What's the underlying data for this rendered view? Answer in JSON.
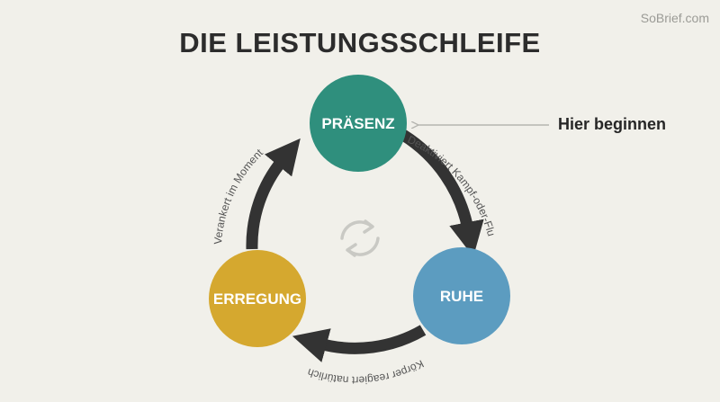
{
  "header": {
    "title": "DIE LEISTUNGSSCHLEIFE",
    "brand": "SoBrief.com"
  },
  "nodes": {
    "praesenz": {
      "label": "PRÄSENZ",
      "color": "#2f8f7d"
    },
    "ruhe": {
      "label": "RUHE",
      "color": "#5c9cc0"
    },
    "erregung": {
      "label": "ERREGUNG",
      "color": "#d5a82f"
    }
  },
  "edges": {
    "praesenz_ruhe": "Deaktiviert Kampf-oder-Flucht",
    "ruhe_erregung": "Körper reagiert natürlich",
    "erregung_praesenz": "Verankert im Moment"
  },
  "annotation": {
    "label": "Hier beginnen"
  },
  "icons": {
    "center": "cycle-icon"
  },
  "colors": {
    "arrow": "#333333",
    "background": "#f1f0ea"
  }
}
